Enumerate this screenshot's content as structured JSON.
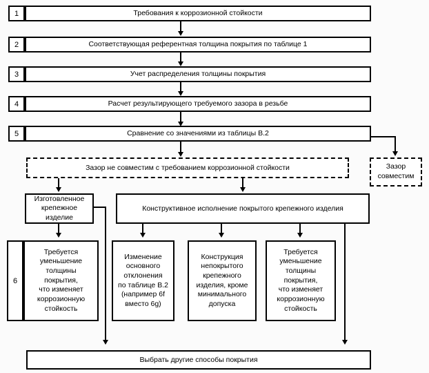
{
  "diagram": {
    "title": "Требования к коррозионной стойкости",
    "steps": [
      {
        "number": "1",
        "text": "Требования к коррозионной стойкости"
      },
      {
        "number": "2",
        "text": "Соответствующая референтная толщина покрытия по таблице 1"
      },
      {
        "number": "3",
        "text": "Учет распределения толщины покрытия"
      },
      {
        "number": "4",
        "text": "Расчет результирующего требуемого зазора в резьбе"
      },
      {
        "number": "5",
        "text": "Сравнение со значениями из таблицы В.2"
      }
    ],
    "decision": {
      "not_compatible": "Зазор не совместим с требованием коррозионной стойкости",
      "compatible": "Зазор\nсовместим"
    },
    "branches": {
      "left": "Изготовленное\nкрепежное\nизделие",
      "right": "Конструктивное исполнение покрытого крепежного изделия"
    },
    "outcomes": [
      {
        "number": "6",
        "text": "Требуется\nуменьшение\nтолщины\nпокрытия,\nчто изменяет\nкоррозионную\nстойкость"
      },
      {
        "number": "",
        "text": "Изменение\nосновного\nотклонения\nпо таблице В.2\n(например 6f\nвместо 6g)"
      },
      {
        "number": "",
        "text": "Конструкция\nнепокрытого\nкрепежного\nизделия, кроме\nминимального\nдопуска"
      },
      {
        "number": "",
        "text": "Требуется\nуменьшение\nтолщины\nпокрытия,\nчто изменяет\nкоррозионную\nстойкость"
      }
    ],
    "final": "Выбрать другие способы покрытия",
    "colors": {
      "stroke": "#000000",
      "fill": "#ffffff",
      "background": "#fbfbfb"
    }
  }
}
